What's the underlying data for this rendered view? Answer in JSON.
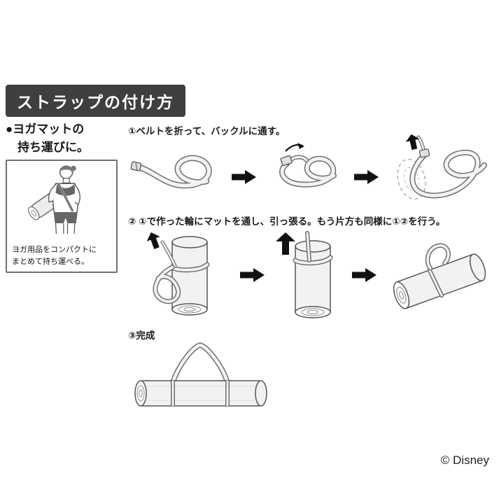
{
  "page": {
    "background": "#ffffff",
    "copyright": "© Disney"
  },
  "header": {
    "title": "ストラップの付け方",
    "bg_color": "#3f3f3f",
    "text_color": "#ffffff"
  },
  "sidebar": {
    "heading_line1": "●ヨガマットの",
    "heading_line2": "持ち運びに。",
    "caption_line1": "ヨガ用品をコンパクトに",
    "caption_line2": "まとめて持ち運べる。",
    "illustration": "woman-carrying-rolled-yoga-mat-with-strap"
  },
  "steps": [
    {
      "number": "①",
      "label": "①ベルトを折って、バックルに通す。"
    },
    {
      "number": "②",
      "label": "② ①で作った輪にマットを通し、引っ張る。もう片方も同様に①②を行う。"
    },
    {
      "number": "③",
      "label": "③完成"
    }
  ],
  "icons": {
    "right_arrow": "arrow-right-icon",
    "up_arrow": "arrow-up-icon"
  },
  "colors": {
    "line": "#555555",
    "strap_edge": "#6e6e6e",
    "strap_fill": "#f2f2f2",
    "arrow": "#111111"
  }
}
